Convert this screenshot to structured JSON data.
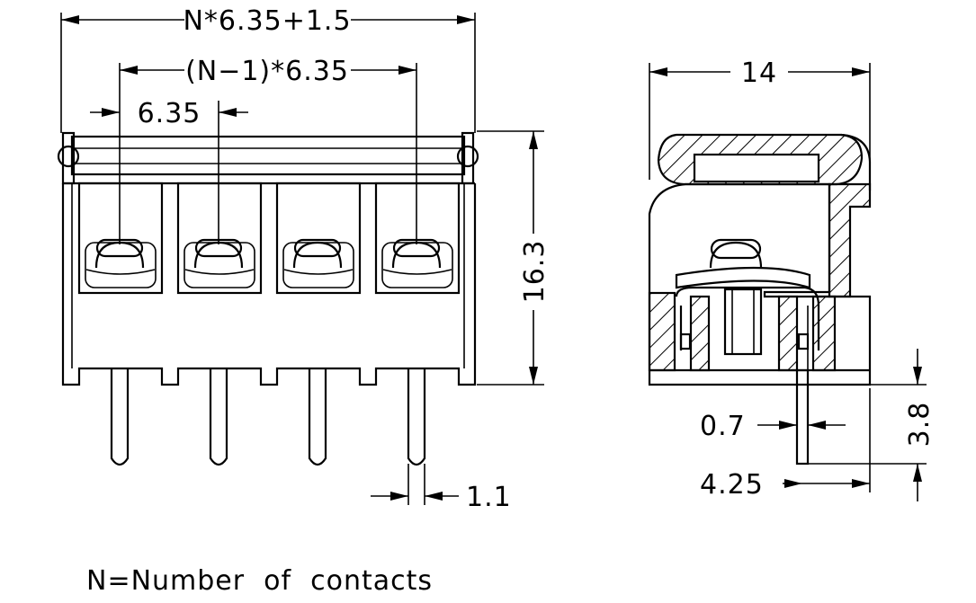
{
  "dimensions": {
    "overall_width": "N*6.35+1.5",
    "pitch_span": "(N−1)*6.35",
    "pitch": "6.35",
    "height": "16.3",
    "pin_diameter": "1.1",
    "side_width": "14",
    "pin_thickness": "0.7",
    "pin_offset": "4.25",
    "pin_length": "3.8"
  },
  "note": "N=Number  of  contacts"
}
